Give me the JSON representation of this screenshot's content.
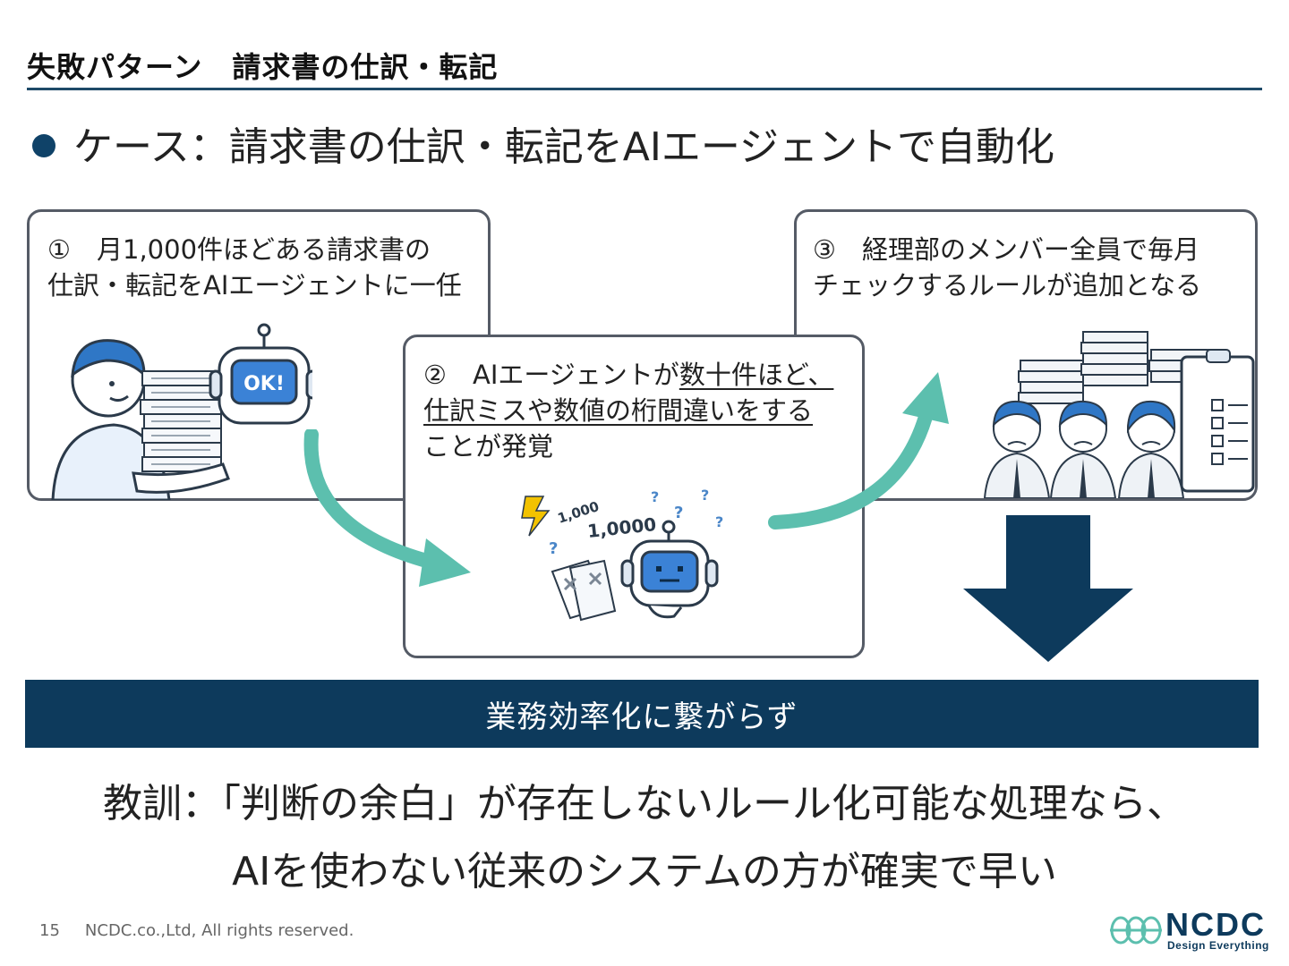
{
  "slide_title": "失敗パターン　請求書の仕訳・転記",
  "case_heading": "ケース：請求書の仕訳・転記をAIエージェントで自動化",
  "steps": [
    {
      "line1": "①　月1,000件ほどある請求書の",
      "line2": "仕訳・転記をAIエージェントに一任"
    },
    {
      "line1_prefix": "②　AIエージェントが",
      "line1_underlined": "数十件ほど、",
      "line2_underlined": "仕訳ミスや数値の桁間違いをする",
      "line3": "ことが発覚"
    },
    {
      "line1": "③　経理部のメンバー全員で毎月",
      "line2": "チェックするルールが追加となる"
    }
  ],
  "illustrations": {
    "robot_screen_text": "OK!",
    "number_small": "1,000",
    "number_wrong": "1,0000"
  },
  "banner": "業務効率化に繋がらず",
  "lesson": {
    "line1": "教訓：「判断の余白」が存在しないルール化可能な処理なら、",
    "line2": "AIを使わない従来のシステムの方が確実で早い"
  },
  "footer": {
    "page": "15",
    "copyright": "NCDC.co.,Ltd, All rights reserved."
  },
  "logo": {
    "name": "NCDC",
    "tagline": "Design Everything"
  },
  "colors": {
    "navy": "#0d3a5c",
    "teal_arrow": "#5cbfae",
    "box_border": "#555b66"
  }
}
